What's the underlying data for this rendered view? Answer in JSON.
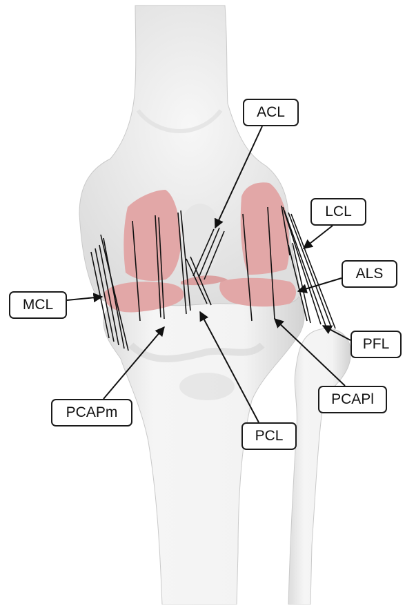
{
  "labels": {
    "acl": "ACL",
    "lcl": "LCL",
    "als": "ALS",
    "mcl": "MCL",
    "pfl": "PFL",
    "pcapl": "PCAPl",
    "pcapm": "PCAPm",
    "pcl": "PCL"
  },
  "colors": {
    "background": "#ffffff",
    "bone": "#f1f1f1",
    "bone_shadow": "#d6d6d6",
    "cartilage": "#e2a7a7",
    "ligament_line": "#111111",
    "label_border": "#1a1a1a"
  }
}
